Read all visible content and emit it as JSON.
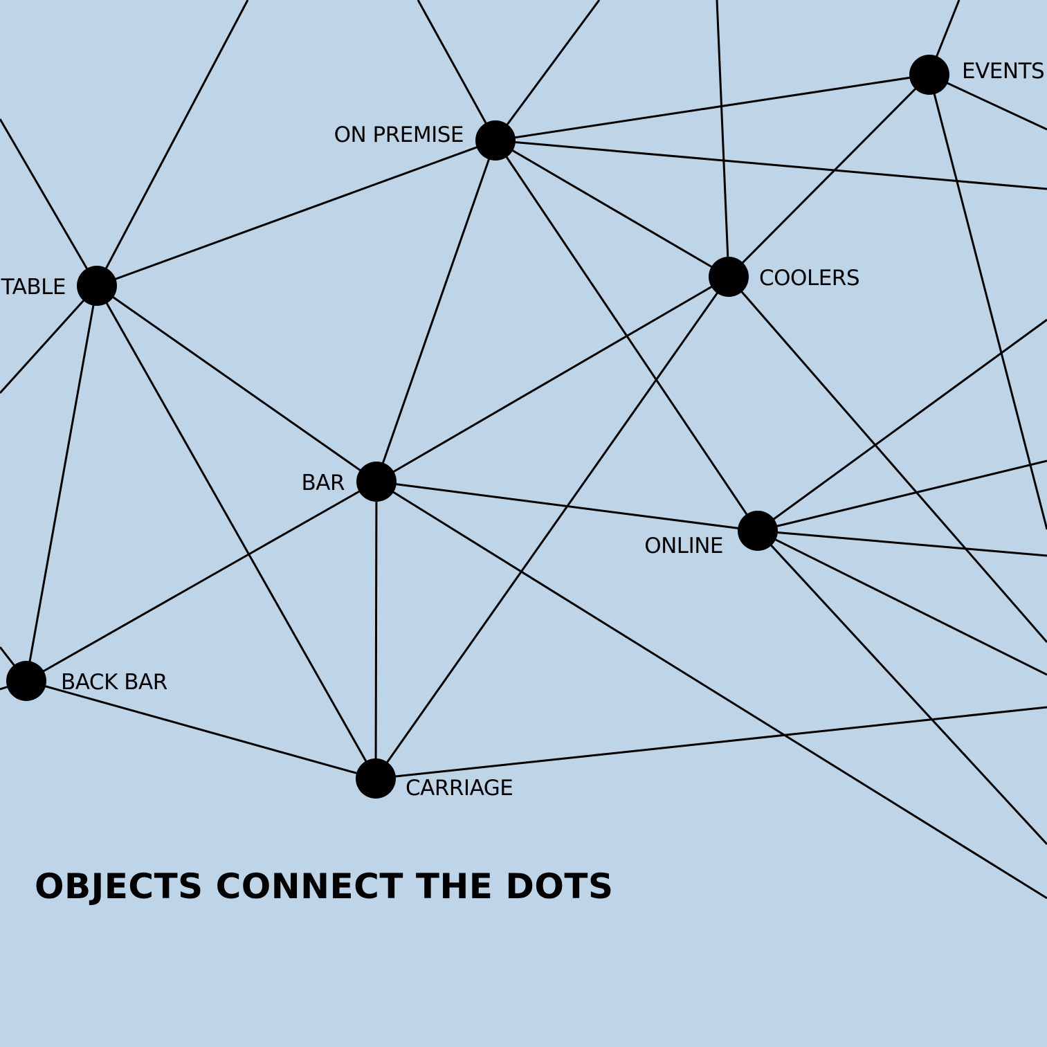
{
  "colors": {
    "background": "#bed4e7",
    "ink": "#000000"
  },
  "headline": "OBJECTS CONNECT THE DOTS",
  "nodes": [
    {
      "id": "on-premise",
      "label": "ON PREMISE"
    },
    {
      "id": "events",
      "label": "EVENTS"
    },
    {
      "id": "table",
      "label": "TABLE"
    },
    {
      "id": "coolers",
      "label": "COOLERS"
    },
    {
      "id": "bar",
      "label": "BAR"
    },
    {
      "id": "online",
      "label": "ONLINE"
    },
    {
      "id": "back-bar",
      "label": "BACK BAR"
    },
    {
      "id": "carriage",
      "label": "CARRIAGE"
    }
  ],
  "edges": [
    [
      "on-premise",
      "events"
    ],
    [
      "on-premise",
      "table"
    ],
    [
      "on-premise",
      "coolers"
    ],
    [
      "on-premise",
      "bar"
    ],
    [
      "on-premise",
      "online"
    ],
    [
      "events",
      "coolers"
    ],
    [
      "table",
      "bar"
    ],
    [
      "table",
      "back-bar"
    ],
    [
      "table",
      "carriage"
    ],
    [
      "coolers",
      "bar"
    ],
    [
      "coolers",
      "carriage"
    ],
    [
      "bar",
      "online"
    ],
    [
      "bar",
      "back-bar"
    ],
    [
      "bar",
      "carriage"
    ],
    [
      "back-bar",
      "carriage"
    ]
  ]
}
